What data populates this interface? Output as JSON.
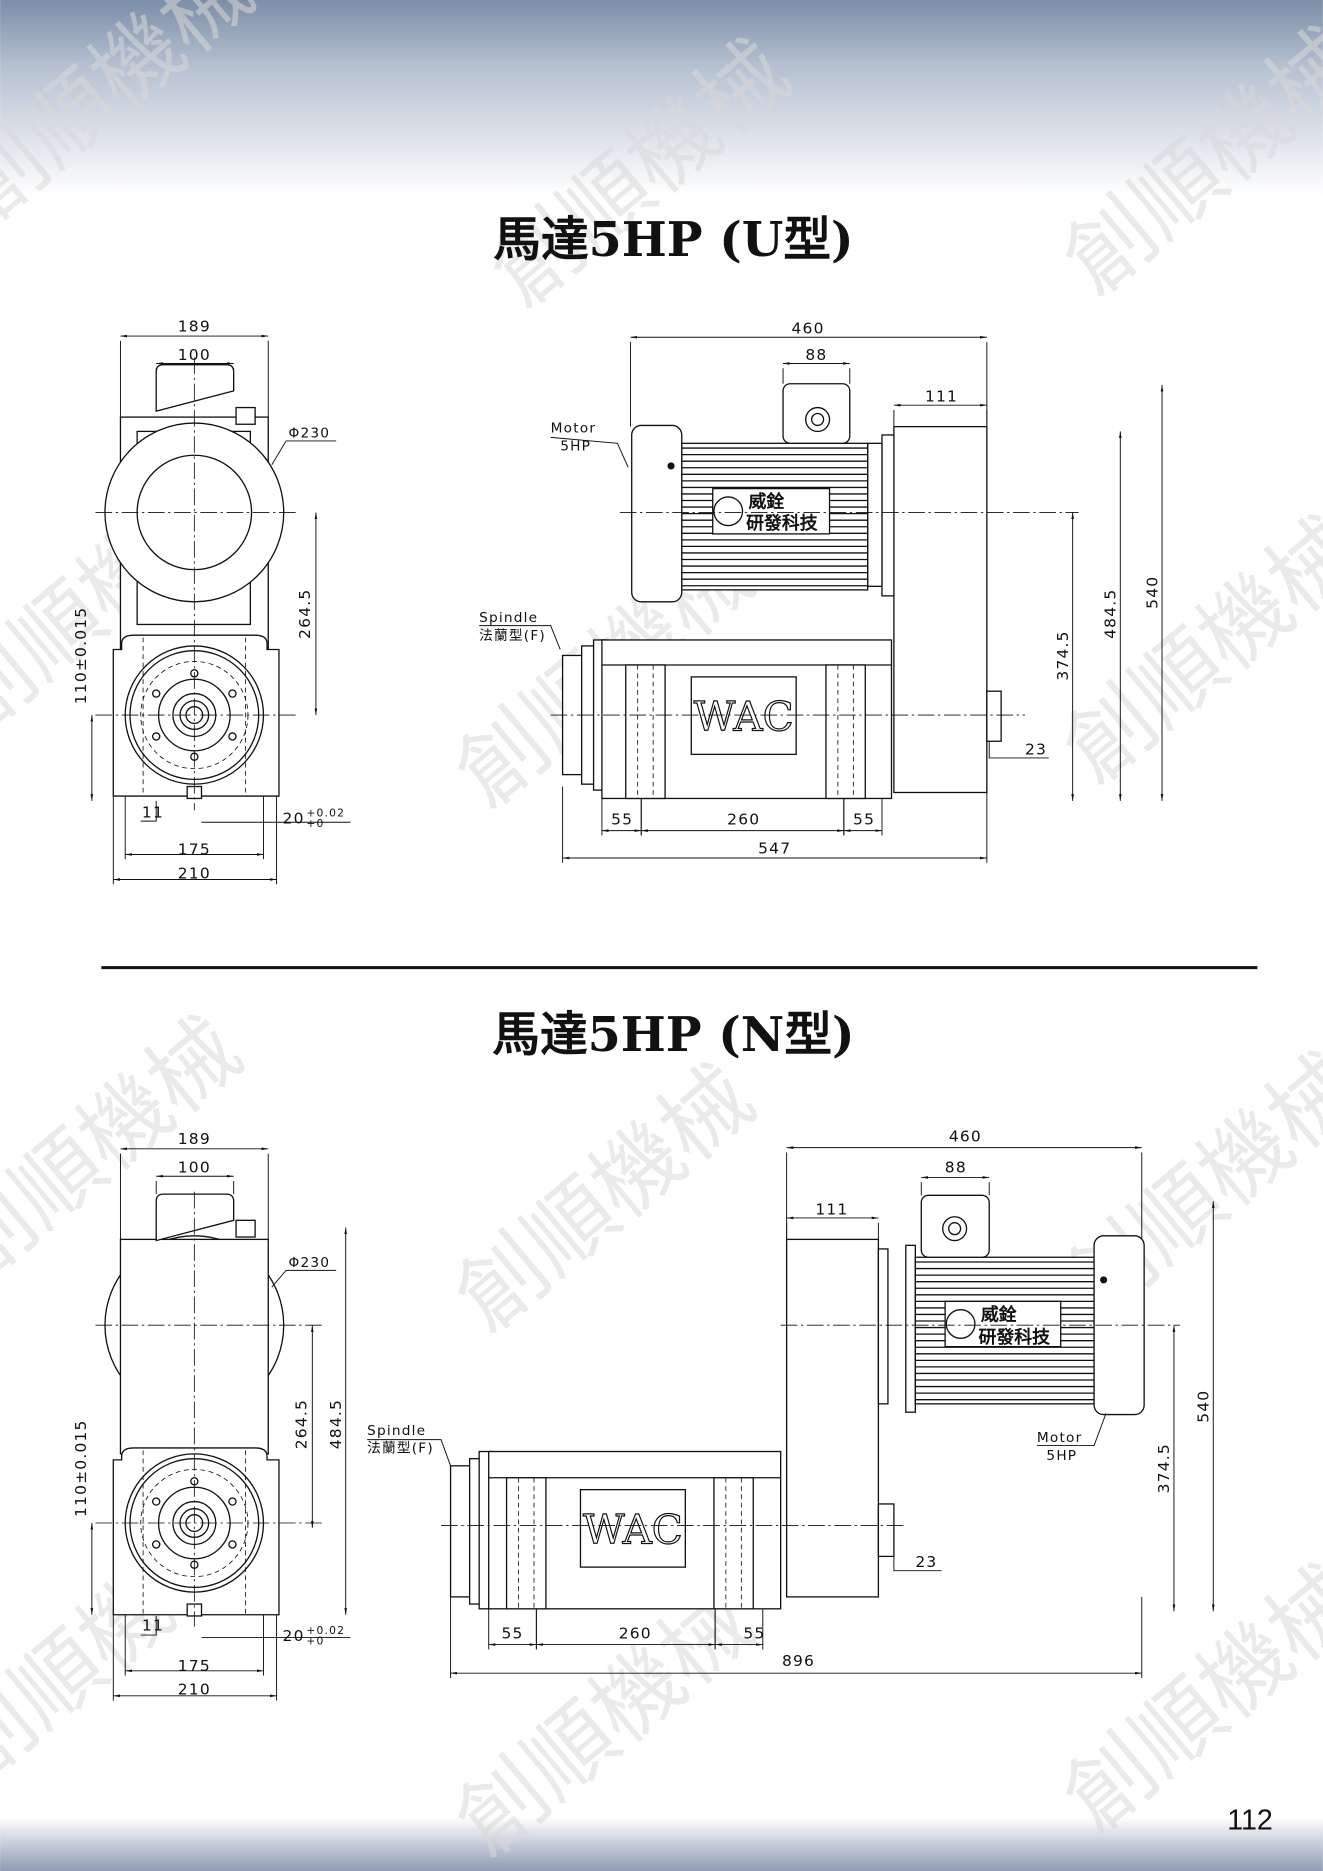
{
  "watermark": "創順機械",
  "page_number": "112",
  "sections": [
    {
      "title": "馬達5HP (U型)",
      "front_view": {
        "dims": {
          "d189": "189",
          "d100": "100",
          "dia230": "Φ230",
          "d264_5": "264.5",
          "d110": "110±0.015",
          "d11": "11",
          "d20": "20",
          "d20_tol_upper": "+0.02",
          "d20_tol_lower": "+0",
          "d175": "175",
          "d210": "210"
        }
      },
      "side_view": {
        "dims": {
          "d460": "460",
          "d88": "88",
          "d111": "111",
          "d540": "540",
          "d484_5": "484.5",
          "d374_5": "374.5",
          "d23": "23",
          "d55a": "55",
          "d260": "260",
          "d55b": "55",
          "d_total": "547"
        },
        "motor_label": "Motor",
        "motor_power": "5HP",
        "spindle_label": "Spindle",
        "spindle_type": "法蘭型(F)",
        "plate_line1": "威銓",
        "plate_line2": "研發科技",
        "spindle_brand": "WAC"
      }
    },
    {
      "title": "馬達5HP (N型)",
      "front_view": {
        "dims": {
          "d189": "189",
          "d100": "100",
          "dia230": "Φ230",
          "d264_5": "264.5",
          "d484_5": "484.5",
          "d110": "110±0.015",
          "d11": "11",
          "d20": "20",
          "d20_tol_upper": "+0.02",
          "d20_tol_lower": "+0",
          "d175": "175",
          "d210": "210"
        }
      },
      "side_view": {
        "dims": {
          "d460": "460",
          "d88": "88",
          "d111": "111",
          "d540": "540",
          "d374_5": "374.5",
          "d23": "23",
          "d55a": "55",
          "d260": "260",
          "d55b": "55",
          "d_total": "896"
        },
        "motor_label": "Motor",
        "motor_power": "5HP",
        "spindle_label": "Spindle",
        "spindle_type": "法蘭型(F)",
        "plate_line1": "威銓",
        "plate_line2": "研發科技",
        "spindle_brand": "WAC"
      }
    }
  ]
}
